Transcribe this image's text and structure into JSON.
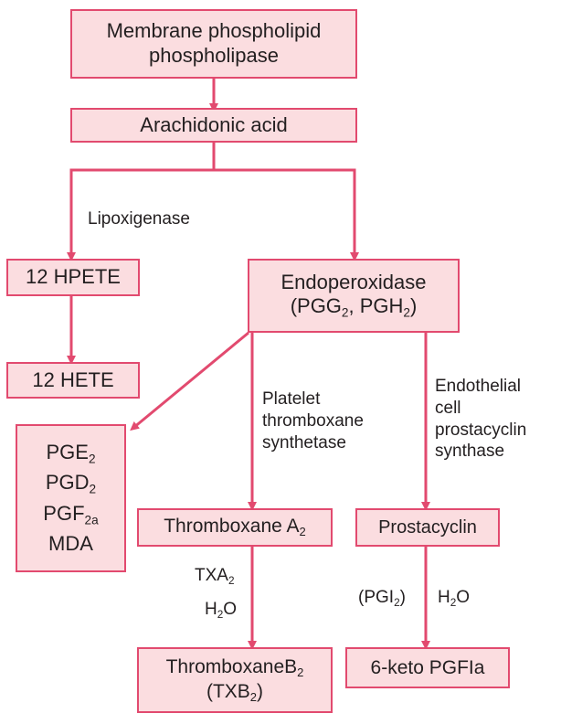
{
  "colors": {
    "accent": "#e24a6f",
    "box_fill": "#fbdde0",
    "text": "#231f20"
  },
  "nodes": {
    "membrane": [
      "Membrane phospholipid",
      "phospholipase"
    ],
    "arachidonic": [
      "Arachidonic acid"
    ],
    "hpete": [
      "12 HPETE"
    ],
    "endoperoxidase": [
      "Endoperoxidase",
      "(PGG_{2}, PGH_{2})"
    ],
    "hete": [
      "12 HETE"
    ],
    "prostaglandins": [
      "PGE_{2}",
      "PGD_{2}",
      "PGF_{2a}",
      "MDA"
    ],
    "thromboxane_a2": [
      "Thromboxane A_{2}"
    ],
    "prostacyclin": [
      "Prostacyclin"
    ],
    "thromboxane_b2": [
      "ThromboxaneB_{2}",
      "(TXB_{2})"
    ],
    "keto": [
      "6-keto PGFIa"
    ]
  },
  "edge_labels": {
    "lipoxigenase": [
      "Lipoxigenase"
    ],
    "platelet": [
      "Platelet",
      "thromboxane",
      "synthetase"
    ],
    "endothelial": [
      "Endothelial",
      "cell",
      "prostacyclin",
      "synthase"
    ],
    "txa2": [
      "TXA_{2}"
    ],
    "h2o_left": [
      "H_{2}O"
    ],
    "pgi2": [
      "(PGI_{2})"
    ],
    "h2o_right": [
      "H_{2}O"
    ]
  }
}
